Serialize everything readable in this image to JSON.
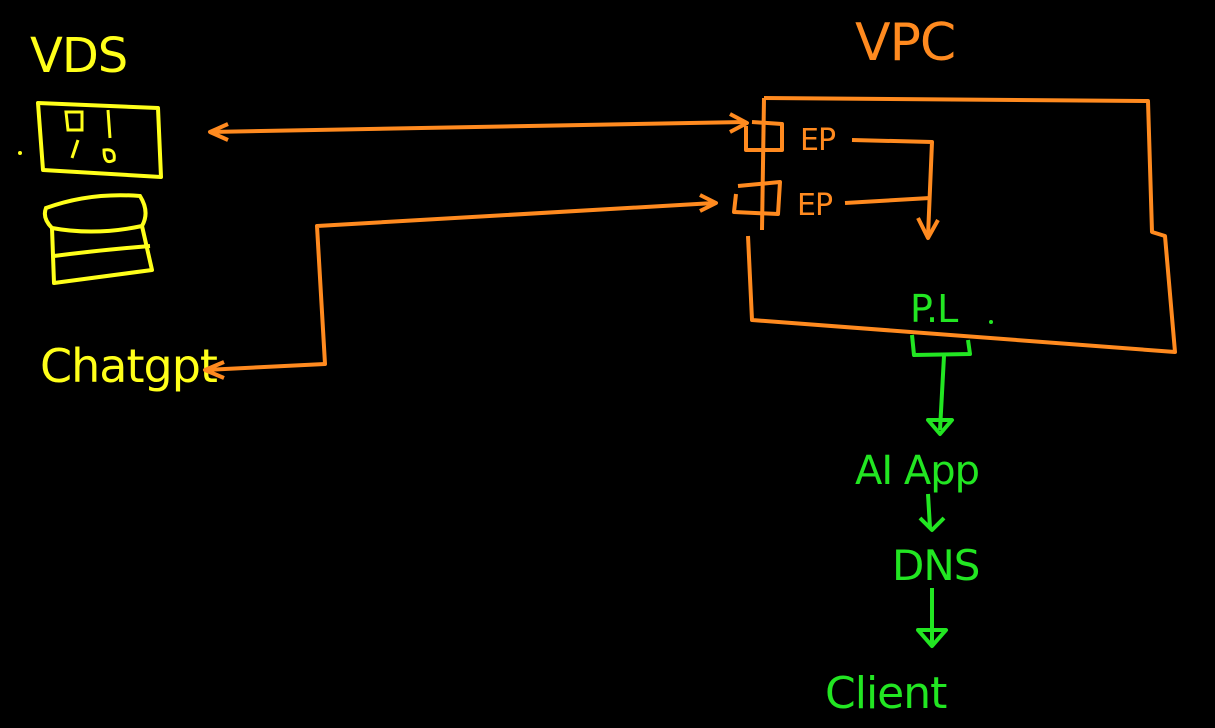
{
  "colors": {
    "background": "#000000",
    "yellow": "#ffff1a",
    "orange": "#ff8a1f",
    "green": "#22e622"
  },
  "labels": {
    "vds": "VDS",
    "chatgpt": "Chatgpt",
    "vpc": "VPC",
    "ep_top": "EP",
    "ep_bottom": "EP",
    "pl": "P.L",
    "ai_app": "AI App",
    "dns": "DNS",
    "client": "Client"
  }
}
